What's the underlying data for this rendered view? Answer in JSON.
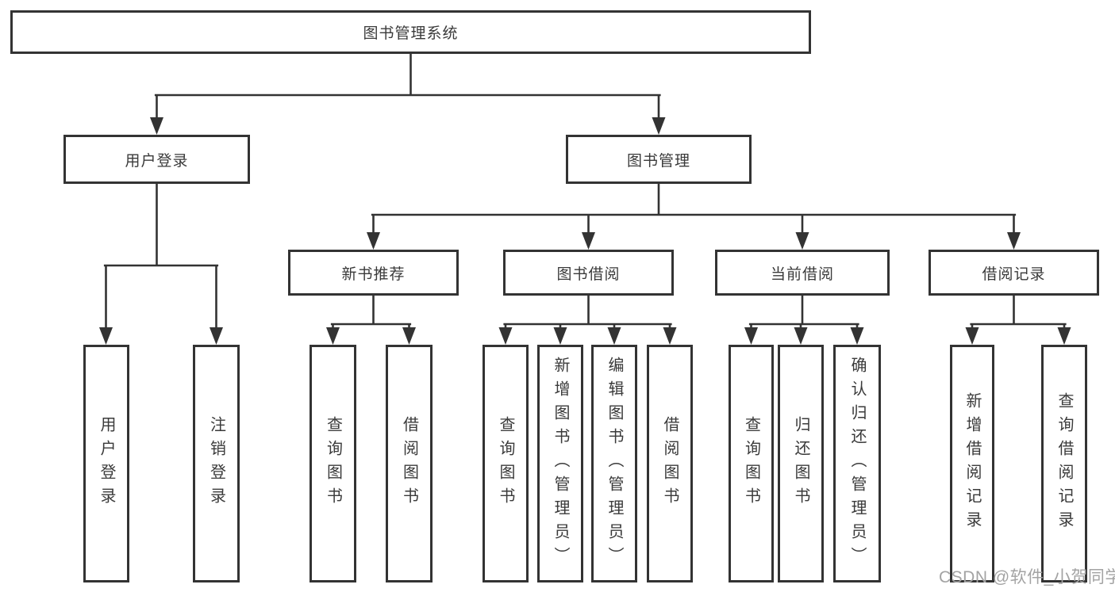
{
  "diagram": {
    "root": {
      "label": "图书管理系统"
    },
    "branches": [
      {
        "label": "用户登录",
        "children": [
          {
            "label": "用户登录"
          },
          {
            "label": "注销登录"
          }
        ]
      },
      {
        "label": "图书管理",
        "children": [
          {
            "label": "新书推荐",
            "children": [
              {
                "label": "查询图书"
              },
              {
                "label": "借阅图书"
              }
            ]
          },
          {
            "label": "图书借阅",
            "children": [
              {
                "label": "查询图书"
              },
              {
                "label": "新增图书（管理员）"
              },
              {
                "label": "编辑图书（管理员）"
              },
              {
                "label": "借阅图书"
              }
            ]
          },
          {
            "label": "当前借阅",
            "children": [
              {
                "label": "查询图书"
              },
              {
                "label": "归还图书"
              },
              {
                "label": "确认归还（管理员）"
              }
            ]
          },
          {
            "label": "借阅记录",
            "children": [
              {
                "label": "新增借阅记录"
              },
              {
                "label": "查询借阅记录"
              }
            ]
          }
        ]
      }
    ]
  },
  "watermark": {
    "label": "CSDN @软件_小贺同学"
  },
  "colors": {
    "line": "#333333",
    "text": "#3a3a3a",
    "background": "#ffffff",
    "watermark": "#a3a3a3"
  }
}
